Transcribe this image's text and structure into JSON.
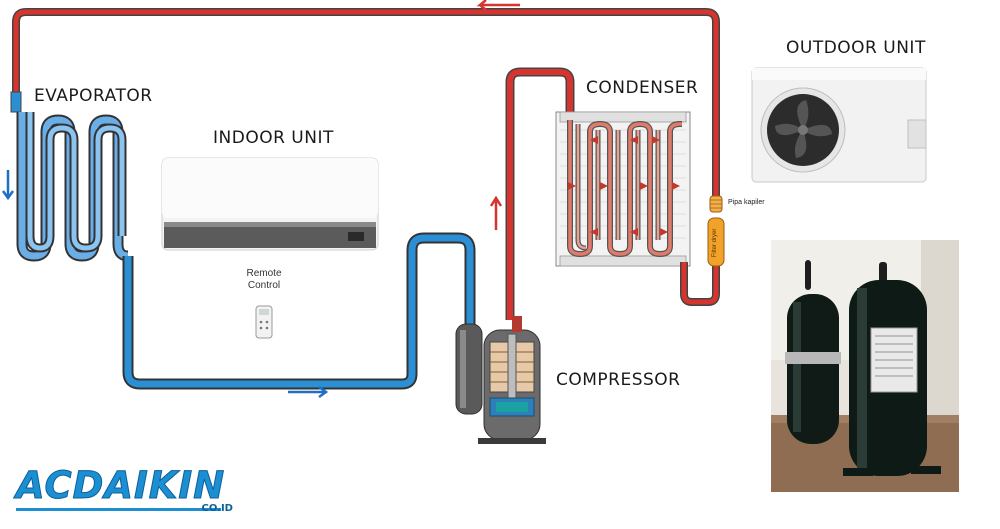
{
  "labels": {
    "evaporator": "EVAPORATOR",
    "indoor_unit": "INDOOR UNIT",
    "condenser": "CONDENSER",
    "outdoor_unit": "OUTDOOR UNIT",
    "compressor": "COMPRESSOR",
    "remote_control_line1": "Remote",
    "remote_control_line2": "Control",
    "pipa_kapiler": "Pipa kapiler",
    "filter_dryer": "Filter dryer"
  },
  "brand": {
    "name": "ACDAIKIN",
    "suffix": "CO.ID"
  },
  "colors": {
    "hot_pipe": "#d6342f",
    "cold_pipe": "#2b8fd6",
    "brand_blue": "#1c8fd3",
    "pipe_outline": "#444444"
  },
  "icons": {
    "flow_arrow": "arrow",
    "fan": "fan-icon"
  }
}
